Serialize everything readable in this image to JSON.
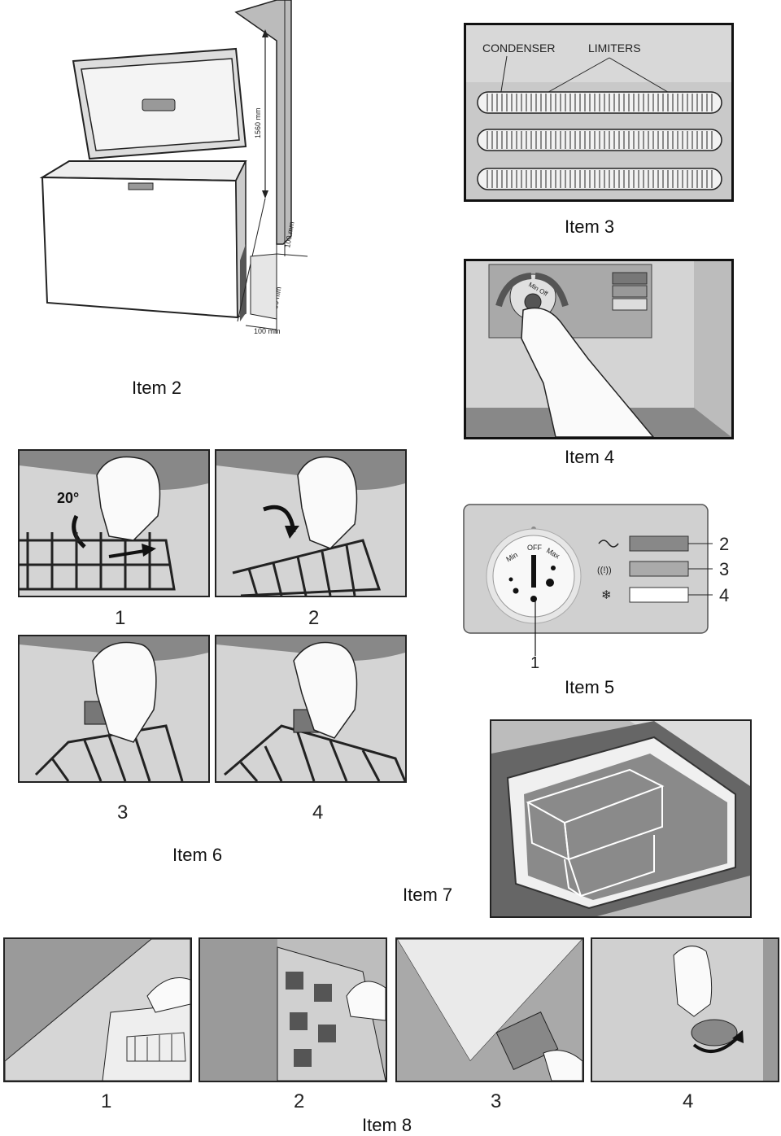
{
  "items": {
    "item2": {
      "caption": "Item 2",
      "dim_height": "1560 mm",
      "dim_top": "100 mm",
      "dim_depth": "550 mm",
      "dim_side": "100 mm"
    },
    "item3": {
      "caption": "Item 3",
      "condenser_label": "CONDENSER",
      "limiters_label": "LIMITERS"
    },
    "item4": {
      "caption": "Item 4",
      "dial_text": "Min Off"
    },
    "item5": {
      "caption": "Item 5",
      "dial_min": "Min",
      "dial_off": "OFF",
      "dial_max": "Max",
      "callouts": [
        "2",
        "3",
        "4",
        "1"
      ],
      "icon_alarm": "((!))"
    },
    "item6": {
      "caption": "Item 6",
      "angle": "20°",
      "steps": [
        "1",
        "2",
        "3",
        "4"
      ]
    },
    "item7": {
      "caption": "Item 7"
    },
    "item8": {
      "caption": "Item 8",
      "steps": [
        "1",
        "2",
        "3",
        "4"
      ]
    }
  }
}
